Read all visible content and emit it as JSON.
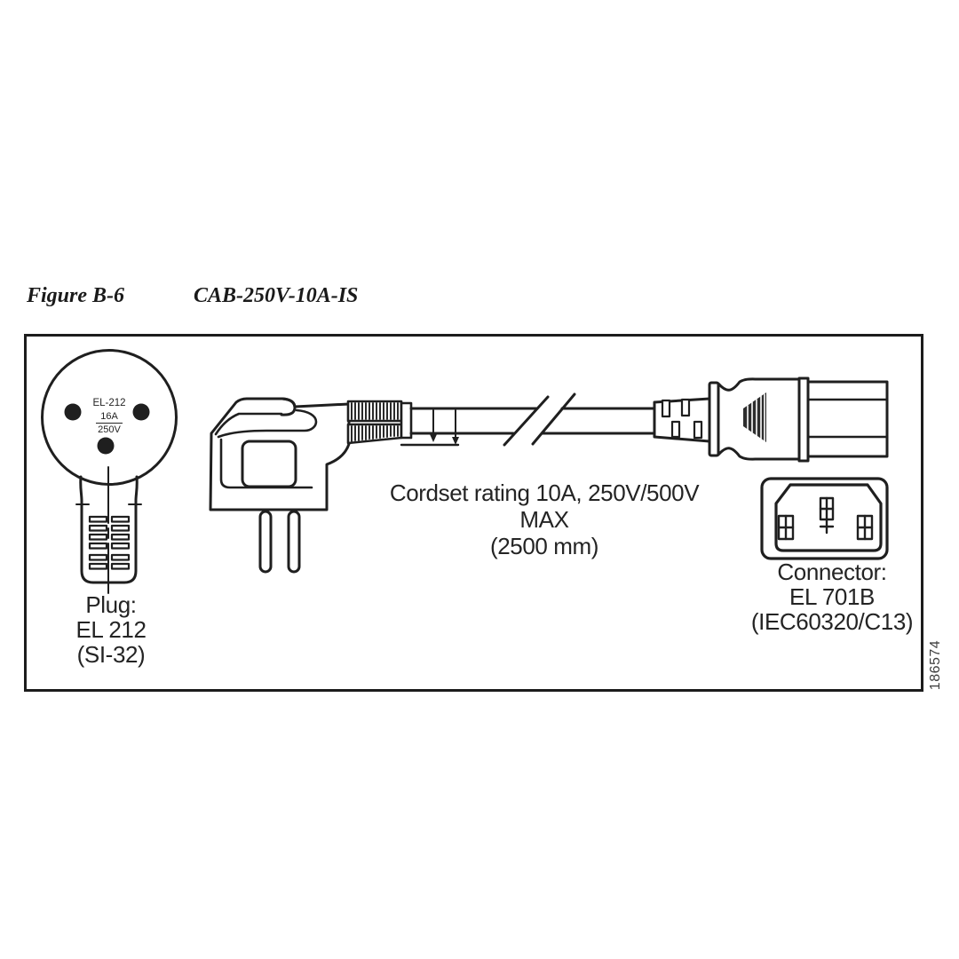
{
  "figure": {
    "label": "Figure B-6",
    "product_code": "CAB-250V-10A-IS",
    "sequence_number": "186574"
  },
  "plug_face": {
    "model": "EL-212",
    "current_rating": "16A",
    "voltage_rating": "250V"
  },
  "plug_caption": {
    "line1": "Plug:",
    "line2": "EL 212",
    "line3": "(SI-32)"
  },
  "cordset": {
    "line1": "Cordset rating 10A, 250V/500V MAX",
    "line2": "(2500 mm)"
  },
  "connector_caption": {
    "line1": "Connector:",
    "line2": "EL 701B",
    "line3": "(IEC60320/C13)"
  },
  "icons": [
    "israel-plug-face",
    "angled-plug-side",
    "cable-with-break",
    "c13-connector-side",
    "c13-connector-face"
  ],
  "colors": {
    "ink": "#1f1f1f",
    "page_background": "#ffffff",
    "figure_number_gray": "#3f3f3f"
  }
}
